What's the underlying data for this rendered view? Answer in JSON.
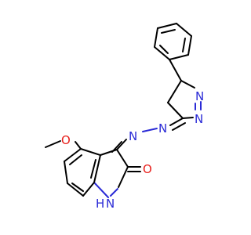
{
  "colors": {
    "background": "#ffffff",
    "bond": "#000000",
    "nitrogen": "#2a2ad6",
    "oxygen": "#e8201c"
  },
  "atoms": {
    "n_pyrazoline_upper": "N",
    "n_pyrazoline_lower": "N",
    "n_hydrazone_1": "N",
    "n_hydrazone_2": "N",
    "o_methoxy": "O",
    "methyl_end": "",
    "o_carbonyl": "O",
    "n_indole": "N",
    "h_indole": "H"
  }
}
